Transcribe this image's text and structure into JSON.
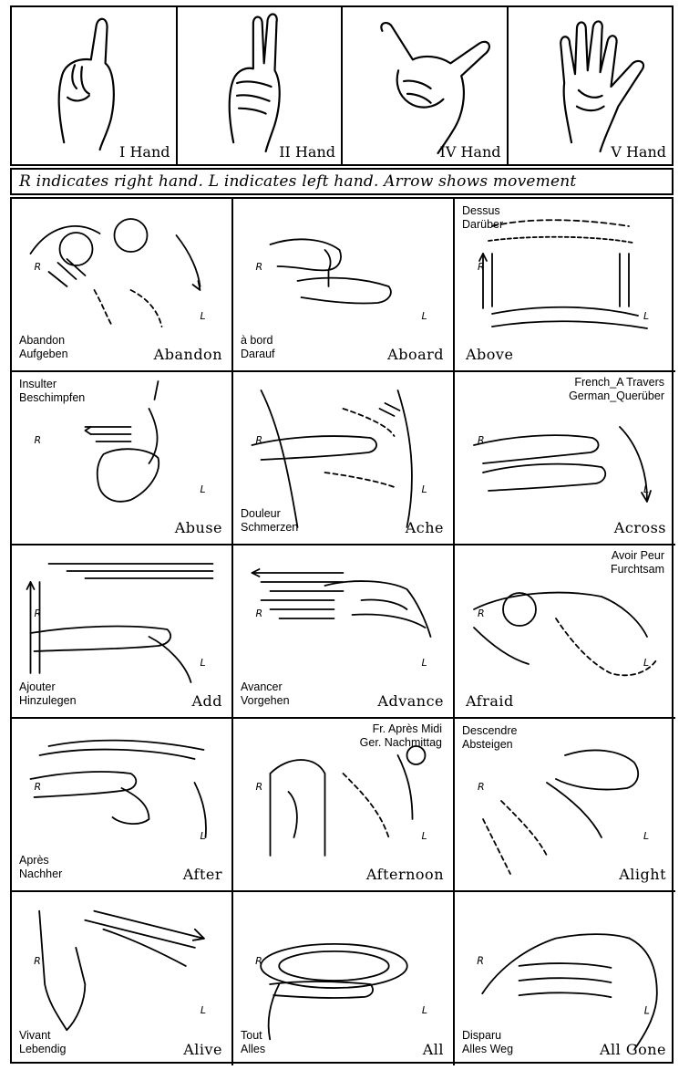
{
  "hand_shapes": [
    {
      "label": "I Hand"
    },
    {
      "label": "II Hand"
    },
    {
      "label": "IV Hand"
    },
    {
      "label": "V Hand"
    }
  ],
  "legend": "R  indicates right hand.  L indicates left hand.  Arrow shows movement",
  "hand_marks": {
    "right": "R",
    "left": "L"
  },
  "signs": [
    {
      "word": "Abandon",
      "trans": [
        "Abandon",
        "Aufgeben"
      ],
      "pos": "bl"
    },
    {
      "word": "Aboard",
      "trans": [
        "à bord",
        "Darauf"
      ],
      "pos": "bl"
    },
    {
      "word": "Above",
      "trans": [
        "Dessus",
        "Darüber"
      ],
      "pos": "tl"
    },
    {
      "word": "Abuse",
      "trans": [
        "Insulter",
        "Beschimpfen"
      ],
      "pos": "tl"
    },
    {
      "word": "Ache",
      "trans": [
        "Douleur",
        "Schmerzen"
      ],
      "pos": "bl"
    },
    {
      "word": "Across",
      "trans": [
        "French_A Travers",
        "German_Querüber"
      ],
      "pos": "tr"
    },
    {
      "word": "Add",
      "trans": [
        "Ajouter",
        "Hinzulegen"
      ],
      "pos": "bl"
    },
    {
      "word": "Advance",
      "trans": [
        "Avancer",
        "Vorgehen"
      ],
      "pos": "bl"
    },
    {
      "word": "Afraid",
      "trans": [
        "Avoir Peur",
        "Furchtsam"
      ],
      "pos": "tr"
    },
    {
      "word": "After",
      "trans": [
        "Après",
        "Nachher"
      ],
      "pos": "bl"
    },
    {
      "word": "Afternoon",
      "trans": [
        "Fr. Après Midi",
        "Ger. Nachmittag"
      ],
      "pos": "tr"
    },
    {
      "word": "Alight",
      "trans": [
        "Descendre",
        "Absteigen"
      ],
      "pos": "tl"
    },
    {
      "word": "Alive",
      "trans": [
        "Vivant",
        "Lebendig"
      ],
      "pos": "bl"
    },
    {
      "word": "All",
      "trans": [
        "Tout",
        "Alles"
      ],
      "pos": "bl"
    },
    {
      "word": "All Gone",
      "trans": [
        "Disparu",
        "Alles Weg"
      ],
      "pos": "bl"
    }
  ]
}
